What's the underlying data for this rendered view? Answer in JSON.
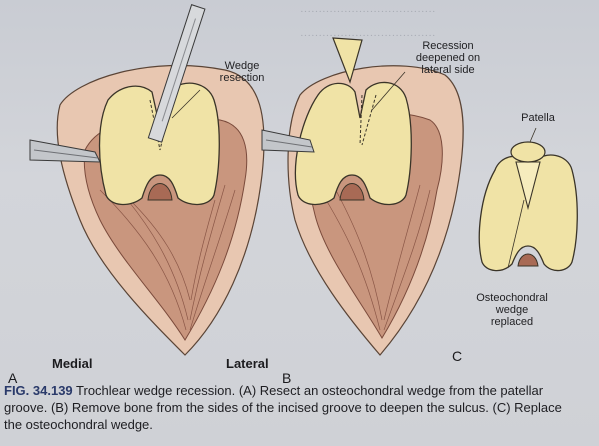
{
  "figure": {
    "label_wedge_resection": [
      "Wedge",
      "resection"
    ],
    "label_recession": [
      "Recession",
      "deepened on",
      "lateral side"
    ],
    "label_patella": "Patella",
    "label_osteochondral": [
      "Osteochondral",
      "wedge",
      "replaced"
    ],
    "label_medial": "Medial",
    "label_lateral": "Lateral",
    "panel_a": "A",
    "panel_b": "B",
    "panel_c": "C"
  },
  "caption": {
    "fig_number": "FIG. 34.139",
    "line1_rest": " Trochlear wedge recession. (A) Resect an osteochondral wedge from the patellar",
    "line2": "groove. (B) Remove bone from the sides of the incised groove to deepen the sulcus. (C) Replace",
    "line3": "the osteochondral wedge."
  },
  "colors": {
    "bone": "#f0e3a6",
    "bone_outline": "#3a3428",
    "tissue": "#c9967e",
    "tissue_dark": "#9a5f4e",
    "skin": "#e8c7b1",
    "background": "#cfd1d6"
  }
}
